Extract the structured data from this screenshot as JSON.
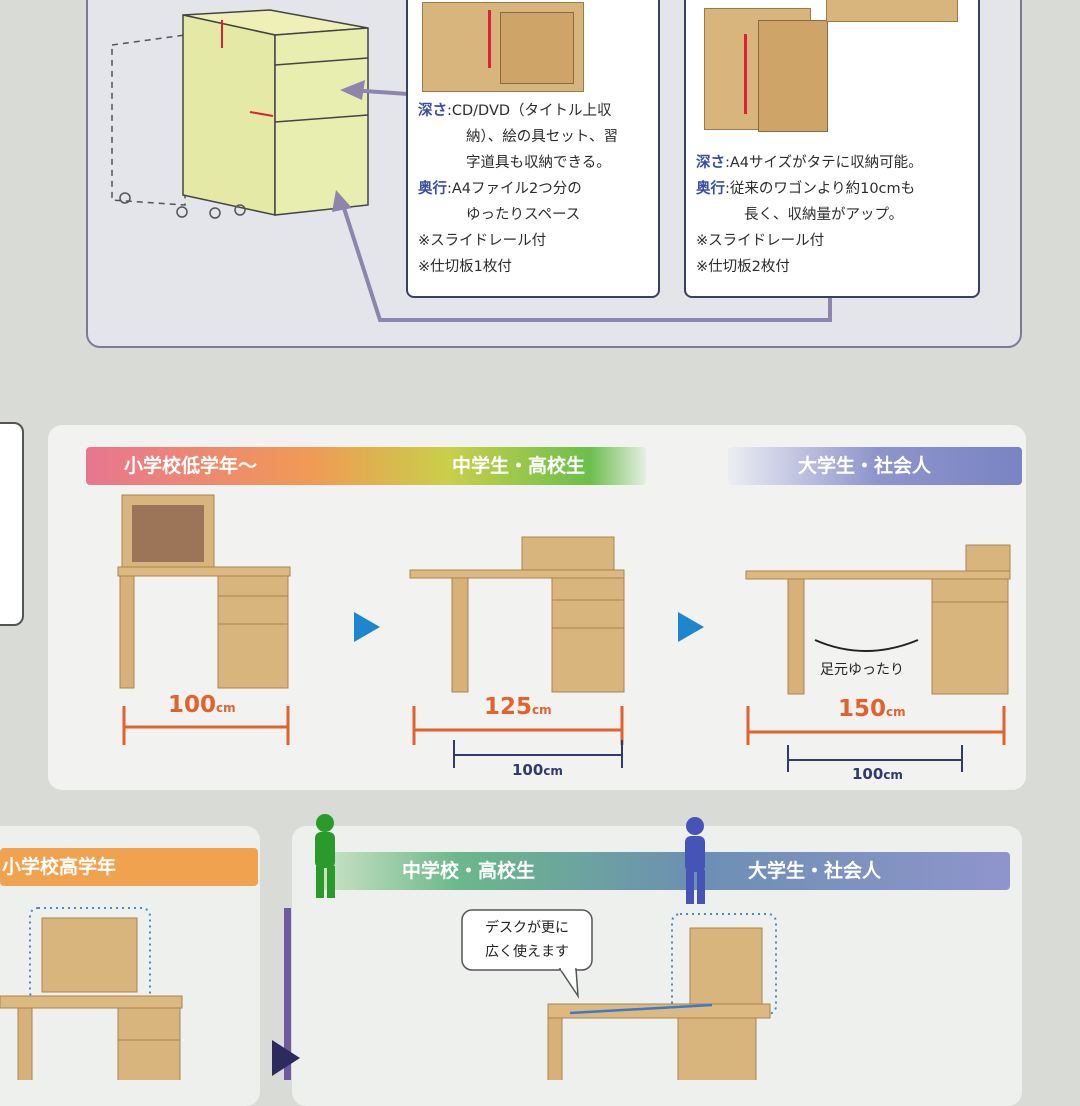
{
  "top_section": {
    "drawer1": {
      "depth_label": "深さ",
      "depth_line1": ":CD/DVD（タイトル上収",
      "depth_line2": "納）、絵の具セット、習",
      "depth_line3": "字道具も収納できる。",
      "back_label": "奥行",
      "back_line1": ":A4ファイル2つ分の",
      "back_line2": "ゆったりスペース",
      "note1": "※スライドレール付",
      "note2": "※仕切板1枚付"
    },
    "drawer2": {
      "depth_label": "深さ",
      "depth_line1": ":A4サイズがタテに収納可能。",
      "back_label": "奥行",
      "back_line1": ":従来のワゴンより約10cmも",
      "back_line2": "長く、収納量がアップ。",
      "note1": "※スライドレール付",
      "note2": "※仕切板2枚付"
    }
  },
  "middle_section": {
    "stage1": "小学校低学年～",
    "stage2": "中学生・高校生",
    "stage3": "大学生・社会人",
    "width1_num": "100",
    "width1_unit": "cm",
    "width2_num": "125",
    "width2_unit": "cm",
    "width2_sub_num": "100",
    "width2_sub_unit": "cm",
    "width3_num": "150",
    "width3_unit": "cm",
    "width3_sub_num": "100",
    "width3_sub_unit": "cm",
    "legroom": "足元ゆったり"
  },
  "bottom_section": {
    "stage1": "小学校高学年",
    "stage2": "中学校・高校生",
    "stage3": "大学生・社会人",
    "bubble_line1": "デスクが更に",
    "bubble_line2": "広く使えます"
  },
  "colors": {
    "accent_blue": "#3a4fa0",
    "orange_dim": "#e2622e",
    "navy_dim": "#2f3a6e",
    "arrow_blue": "#1e86cf",
    "wood": "#d9b57e"
  }
}
